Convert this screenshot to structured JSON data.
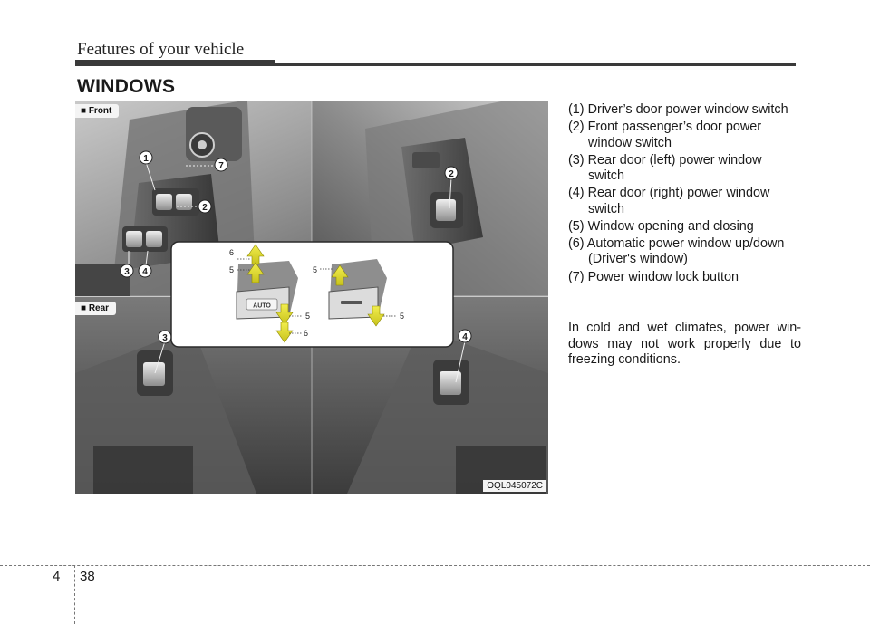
{
  "header": {
    "title": "Features of your vehicle"
  },
  "section": {
    "title": "WINDOWS"
  },
  "figure": {
    "label_front": "■ Front",
    "label_rear": "■ Rear",
    "code": "OQL045072C",
    "callouts": {
      "c1": "1",
      "c2": "2",
      "c3": "3",
      "c4": "4",
      "c7": "7",
      "c2b": "2",
      "c3b": "3",
      "c4b": "4"
    },
    "inset": {
      "left_6_top": "6",
      "left_5_top": "5",
      "left_5_bottom": "5",
      "left_6_bottom": "6",
      "right_5_top": "5",
      "right_5_bottom": "5",
      "auto_text": "AUTO"
    }
  },
  "descriptions": [
    "(1) Driver’s door power window switch",
    "(2) Front passenger’s door power window switch",
    "(3) Rear door (left) power window switch",
    "(4) Rear door (right) power window switch",
    "(5) Window opening and closing",
    "(6) Automatic power window up/down (Driver's window)",
    "(7) Power window lock button"
  ],
  "note": "In cold and wet climates, power win-dows may not work properly due to freezing conditions.",
  "footer": {
    "chapter": "4",
    "page": "38"
  }
}
